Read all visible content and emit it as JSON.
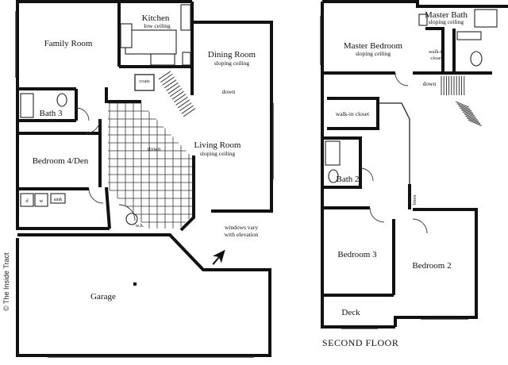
{
  "first_floor": {
    "rooms": {
      "family_room": "Family Room",
      "kitchen": "Kitchen",
      "kitchen_note": "low ceiling",
      "dining_room": "Dining Room",
      "dining_note": "sloping ceiling",
      "living_room": "Living Room",
      "living_note": "sloping ceiling",
      "bath3": "Bath 3",
      "bedroom4": "Bedroom 4/Den",
      "garage": "Garage"
    },
    "labels": {
      "coats": "coats",
      "down_upper": "down",
      "down_lower": "down",
      "sink": "sink",
      "dryer": "d",
      "washer": "w",
      "water_heater": "w.h.",
      "windows_line1": "windows vary",
      "windows_line2": "with elevation"
    }
  },
  "second_floor": {
    "caption": "SECOND FLOOR",
    "rooms": {
      "master_bedroom": "Master Bedroom",
      "master_bedroom_note": "sloping ceiling",
      "master_bath": "Master Bath",
      "master_bath_note": "sloping ceiling",
      "walkin_closet_master_line1": "walk-in",
      "walkin_closet_master_line2": "closet",
      "walkin_closet": "walk-in closet",
      "bath2": "Bath 2",
      "bedroom3": "Bedroom 3",
      "bedroom2": "Bedroom 2",
      "deck": "Deck"
    },
    "labels": {
      "down": "down",
      "linen": "linen"
    }
  },
  "credit": "© The Inside Tract",
  "icons": {
    "compass": "north-arrow-icon"
  }
}
